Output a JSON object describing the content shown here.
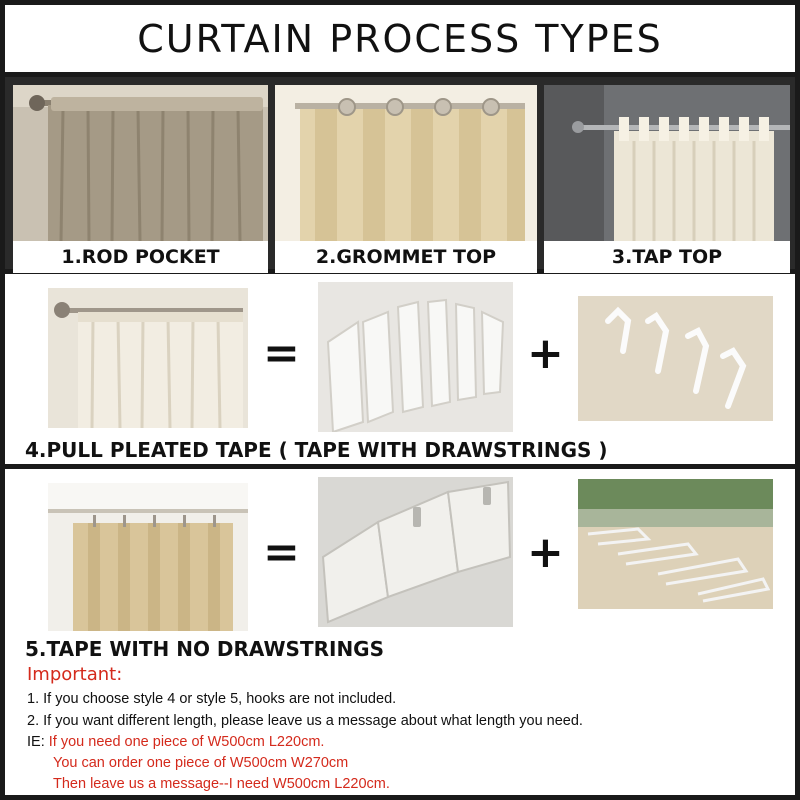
{
  "title": "CURTAIN PROCESS TYPES",
  "styles": {
    "rod_pocket": "1.ROD  POCKET",
    "grommet_top": "2.GROMMET  TOP",
    "tap_top": "3.TAP  TOP",
    "pull_pleated": "4.PULL PLEATED TAPE  ( TAPE  WITH  DRAWSTRINGS )",
    "no_drawstrings": "5.TAPE  WITH  NO  DRAWSTRINGS"
  },
  "operators": {
    "equals": "=",
    "plus": "+"
  },
  "notes": {
    "important": "Important:",
    "line1": "1. If you choose style 4 or style 5, hooks are not included.",
    "line2": "2. If you want different length, please leave us a message about what length you need.",
    "ie_prefix": "IE:",
    "ie_line1": "If you need one piece of W500cm L220cm.",
    "ie_line2": "You can order one piece of W500cm W270cm",
    "ie_line3": "Then leave us a message--I need W500cm L220cm."
  },
  "colors": {
    "accent_red": "#d42a1c",
    "frame": "#1a1a1a",
    "curtain_beige": "#e4d8bd",
    "curtain_taupe": "#a59a86"
  }
}
